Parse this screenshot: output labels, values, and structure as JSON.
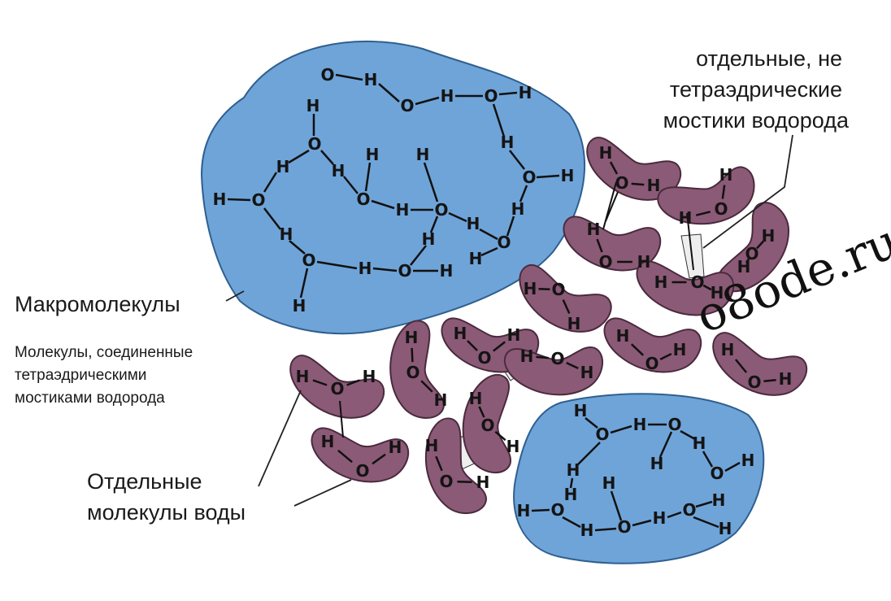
{
  "diagram": {
    "atom_o": "O",
    "atom_h": "H",
    "colors": {
      "cluster_fill": "#6fa4d8",
      "cluster_stroke": "#2f5f8f",
      "molecule_fill": "#8b5a76",
      "molecule_stroke": "#4a2a3d",
      "bond": "#111111",
      "bridge": "#eeeeee"
    },
    "labels": {
      "macromolecules": "Макромолекулы",
      "tetra_line1": "Молекулы, соединенные",
      "tetra_line2": "тетраэдрическими",
      "tetra_line3": "мостиками водорода",
      "single_line1": "Отдельные",
      "single_line2": "молекулы воды",
      "nontetra_line1": "отдельные, не",
      "nontetra_line2": "тетраэдрические",
      "nontetra_line3": "мостики водорода"
    },
    "watermark": "o8ode.ru"
  }
}
